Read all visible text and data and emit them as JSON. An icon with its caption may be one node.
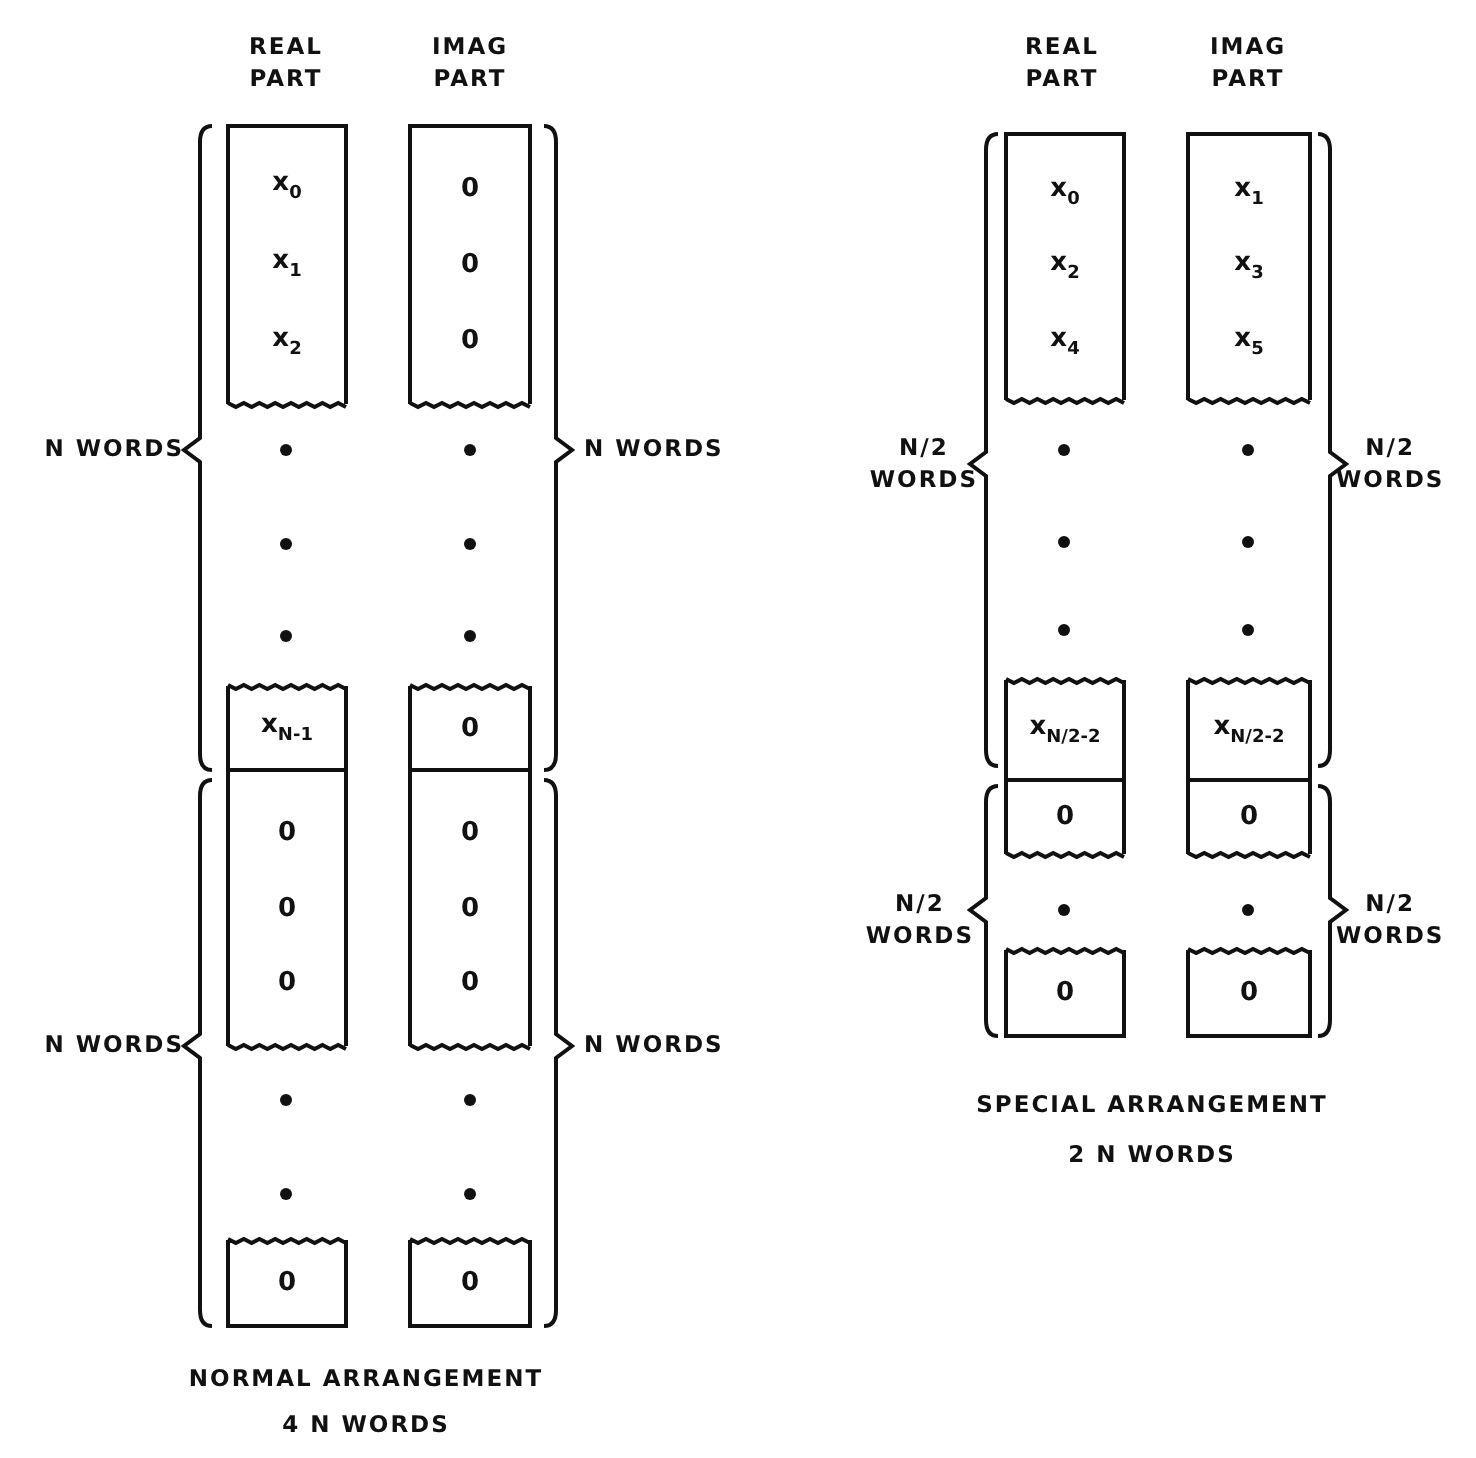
{
  "diagram": {
    "nodes": [
      {
        "text": [
          "x$_{0}$",
          "x$_{1}$",
          "x$_{2}$"
        ]
      },
      {
        "text": [
          "0",
          "0",
          "0"
        ]
      },
      {
        "text": [
          "x$_{N-1}$"
        ]
      },
      {
        "text": [
          "0"
        ]
      },
      {
        "text": [
          "0",
          "0",
          "0"
        ]
      },
      {
        "text": [
          "0",
          "0",
          "0"
        ]
      },
      {
        "text": [
          "0"
        ]
      },
      {
        "text": [
          "0"
        ]
      },
      {
        "text": [
          "x$_{0}$",
          "x$_{2}$",
          "x$_{4}$"
        ]
      },
      {
        "text": [
          "x$_{1}$",
          "x$_{3}$",
          "x$_{5}$"
        ]
      },
      {
        "text": [
          "x$_{N/2-2}$"
        ]
      },
      {
        "text": [
          "x$_{N/2-2}$"
        ]
      },
      {
        "text": [
          "0"
        ]
      },
      {
        "text": [
          "0"
        ]
      },
      {
        "text": [
          "0"
        ]
      },
      {
        "text": [
          "0"
        ]
      }
    ],
    "labels": [
      "REAL PART",
      "IMAG PART",
      "REAL PART",
      "IMAG PART",
      "N WORDS",
      "N WORDS",
      "N/2 WORDS",
      "N/2 WORDS",
      "N/2 WORDS",
      "N/2 WORDS",
      "N WORDS",
      "N WORDS",
      "SPECIAL ARRANGEMENT",
      "2 N WORDS",
      "NORMAL ARRANGEMENT",
      "4 N WORDS"
    ]
  }
}
